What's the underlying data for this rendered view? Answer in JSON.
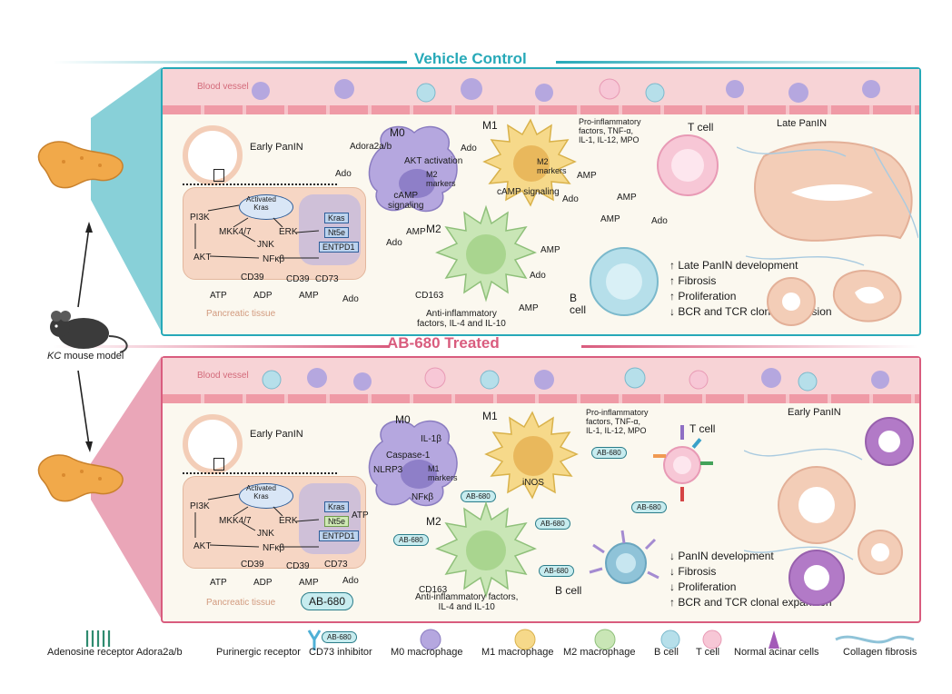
{
  "titles": {
    "vehicle": "Vehicle Control",
    "treated": "AB-680 Treated"
  },
  "mouse": {
    "model_italic": "KC",
    "model_rest": " mouse model"
  },
  "vc": {
    "blood_vessel": "Blood vessel",
    "early_panin": "Early PanIN",
    "late_panin": "Late PanIN",
    "pancreatic_tissue": "Pancreatic tissue",
    "activated_kras": "Activated\nKras",
    "pi3k": "PI3K",
    "akt": "AKT",
    "mkk": "MKK4/7",
    "jnk": "JNK",
    "erk": "ERK",
    "nfkb": "NFκβ",
    "kras": "Kras",
    "nt5e": "Nt5e",
    "entpd1": "ENTPD1",
    "cd39a": "CD39",
    "cd39b": "CD39",
    "cd73": "CD73",
    "atp": "ATP",
    "adp": "ADP",
    "amp": "AMP",
    "ado": "Ado",
    "m0": "M0",
    "adora": "Adora2a/b",
    "akt_activation": "AKT activation",
    "m2_markers": "M2\nmarkers",
    "camp": "cAMP\nsignaling",
    "m1": "M1",
    "pro_inflam": "Pro-inflammatory\nfactors, TNF-α,\nIL-1, IL-12, MPO",
    "m1_m2_markers": "M2\nmarkers",
    "m1_camp": "cAMP signaling",
    "m2": "M2",
    "cd163": "CD163",
    "anti_inflam": "Anti-inflammatory\nfactors, IL-4 and IL-10",
    "t_cell": "T cell",
    "b_cell": "B\ncell",
    "outcomes": [
      "Late PanIN development",
      "Fibrosis",
      "Proliferation",
      "BCR and TCR clonal expansion"
    ]
  },
  "ab": {
    "blood_vessel": "Blood vessel",
    "early_panin": "Early PanIN",
    "early_panin_right": "Early PanIN",
    "pancreatic_tissue": "Pancreatic tissue",
    "activated_kras": "Activated\nKras",
    "pi3k": "PI3K",
    "akt": "AKT",
    "mkk": "MKK4/7",
    "jnk": "JNK",
    "erk": "ERK",
    "nfkb": "NFκβ",
    "kras": "Kras",
    "nt5e": "Nt5e",
    "entpd1": "ENTPD1",
    "cd39a": "CD39",
    "cd39b": "CD39",
    "cd73": "CD73",
    "atp": "ATP",
    "adp": "ADP",
    "amp": "AMP",
    "ado": "Ado",
    "ab680": "AB-680",
    "m0": "M0",
    "il1b": "IL-1β",
    "caspase": "Caspase-1",
    "nlrp3": "NLRP3",
    "m1_markers": "M1\nmarkers",
    "nfkb2": "NFκβ",
    "atp2": "ATP",
    "m1": "M1",
    "inos": "iNOS",
    "pro_inflam": "Pro-inflammatory\nfactors, TNF-α,\nIL-1, IL-12, MPO",
    "m2": "M2",
    "cd163": "CD163",
    "anti_inflam": "Anti-inflammatory factors,\nIL-4 and IL-10",
    "t_cell": "T cell",
    "b_cell": "B cell",
    "outcomes": [
      "PanIN development",
      "Fibrosis",
      "Proliferation",
      "BCR and TCR clonal expansion"
    ]
  },
  "legend": [
    {
      "label": "Adenosine receptor Adora2a/b",
      "icon": "receptor-icon"
    },
    {
      "label": "Purinergic receptor",
      "icon": "purinergic-icon"
    },
    {
      "label": "CD73 inhibitor",
      "icon": "inhibitor-icon"
    },
    {
      "label": "M0 macrophage",
      "icon": "m0-icon"
    },
    {
      "label": "M1 macrophage",
      "icon": "m1-icon"
    },
    {
      "label": "M2 macrophage",
      "icon": "m2-icon"
    },
    {
      "label": "B cell",
      "icon": "bcell-icon"
    },
    {
      "label": "T cell",
      "icon": "tcell-icon"
    },
    {
      "label": "Normal acinar cells",
      "icon": "acinar-icon"
    },
    {
      "label": "Collagen fibrosis",
      "icon": "collagen-icon"
    }
  ],
  "legend_pill": "AB-680",
  "colors": {
    "teal": "#27a9b8",
    "pink": "#d95c7e",
    "m0": "#b5a7df",
    "m1": "#f6d98a",
    "m2": "#c9e6b6",
    "bcell": "#b6dfea",
    "tcell": "#f7c7d6",
    "ado": "#f2c11b"
  }
}
